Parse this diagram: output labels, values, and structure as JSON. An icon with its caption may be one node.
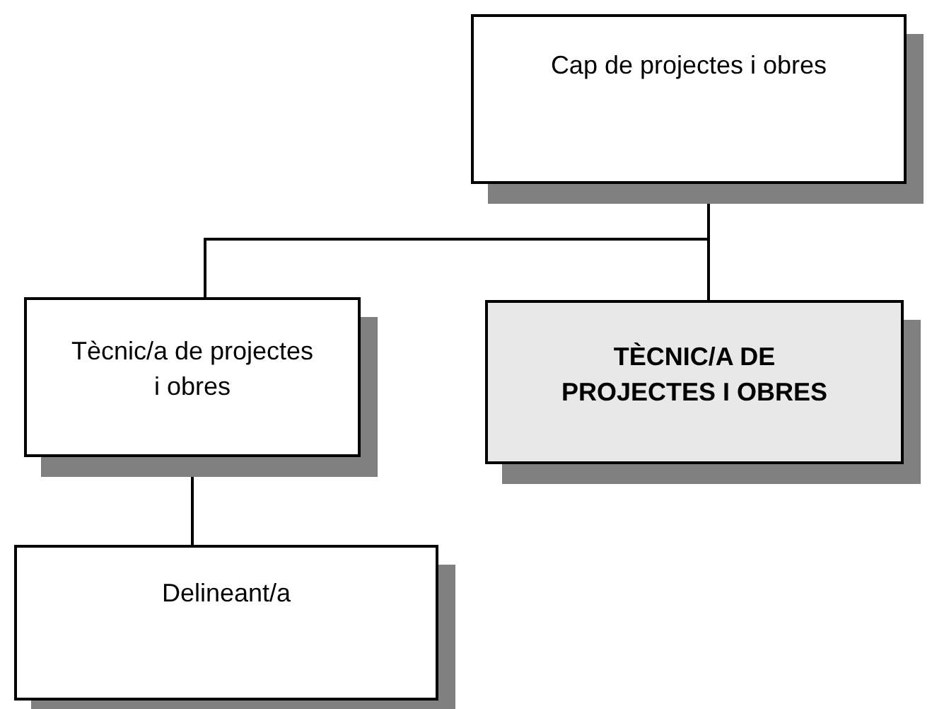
{
  "diagram": {
    "nodes": [
      {
        "text": [
          "Cap de projectes i obres"
        ]
      },
      {
        "text": [
          "Tècnic/a de projectes i obres"
        ]
      },
      {
        "text": [
          "TÈCNIC/A DE PROJECTES I OBRES"
        ]
      },
      {
        "text": [
          "Delineant/a"
        ]
      }
    ],
    "edges": [
      {
        "from": 0,
        "to": 1,
        "arrow": "none"
      },
      {
        "from": 0,
        "to": 2,
        "arrow": "none"
      },
      {
        "from": 1,
        "to": 3,
        "arrow": "none"
      }
    ]
  }
}
